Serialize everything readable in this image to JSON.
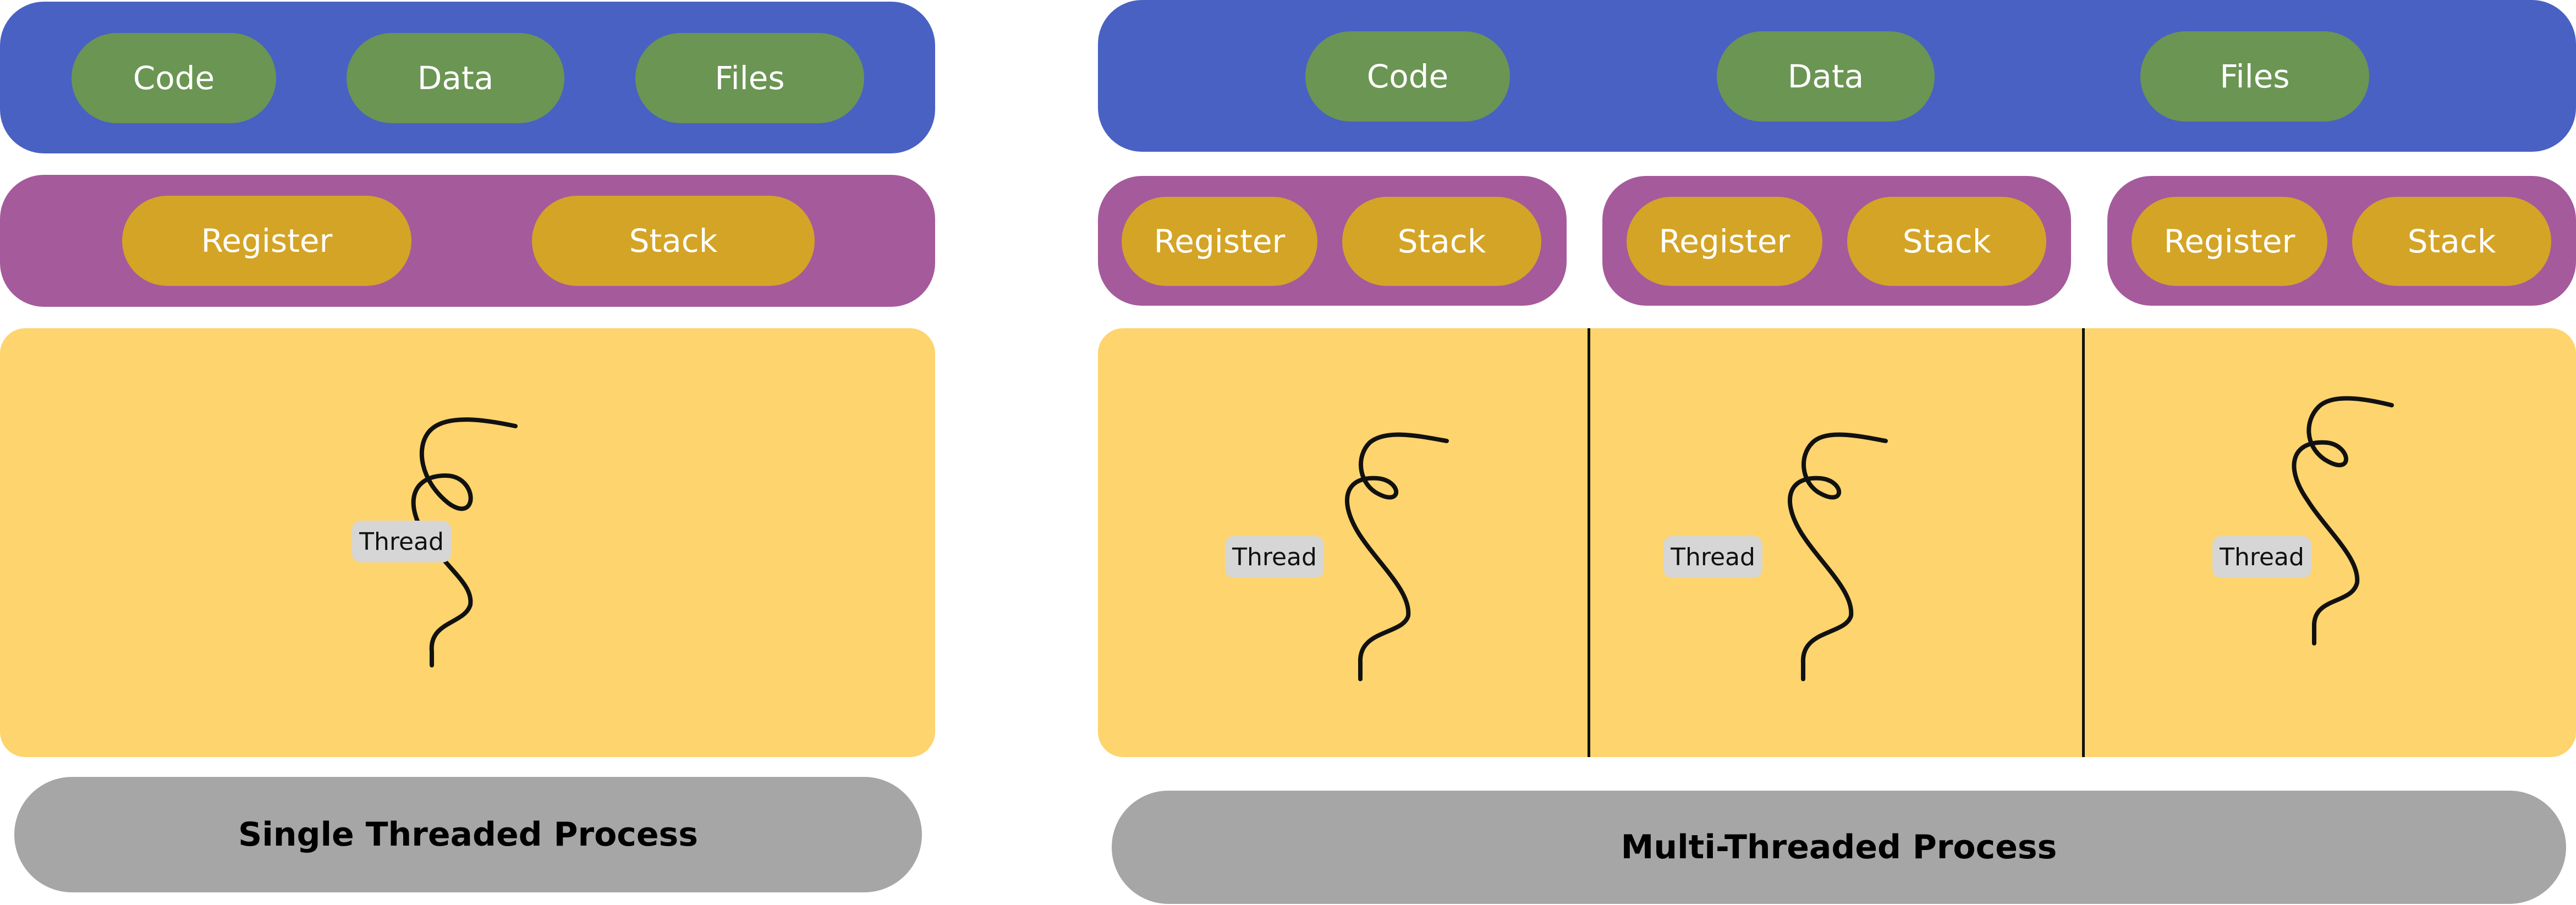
{
  "colors": {
    "blue_bar": "#4961c3",
    "green_pill": "#6b9553",
    "purple_bar": "#a55a9c",
    "gold_pill": "#d4a426",
    "yellow_box": "#fdd46d",
    "gray_bar": "#a6a6a6",
    "thread_label_bg": "#d6d6d6"
  },
  "single": {
    "resources": [
      "Code",
      "Data",
      "Files"
    ],
    "register": "Register",
    "stack": "Stack",
    "thread_label": "Thread",
    "title": "Single Threaded Process"
  },
  "multi": {
    "resources": [
      "Code",
      "Data",
      "Files"
    ],
    "threads": [
      {
        "register": "Register",
        "stack": "Stack",
        "thread_label": "Thread"
      },
      {
        "register": "Register",
        "stack": "Stack",
        "thread_label": "Thread"
      },
      {
        "register": "Register",
        "stack": "Stack",
        "thread_label": "Thread"
      }
    ],
    "title": "Multi-Threaded Process"
  },
  "icons": [
    "thread-squiggle-icon"
  ]
}
